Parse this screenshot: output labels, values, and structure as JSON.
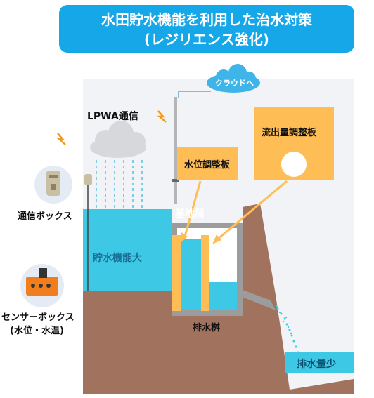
{
  "title": {
    "line1": "水田貯水機能を利用した治水対策",
    "line2": "(レジリエンス強化)"
  },
  "labels": {
    "cloud": "クラウドへ",
    "lpwa": "LPWA通信",
    "outflow_plate": "流出量調整板",
    "water_level_plate": "水位調整板",
    "base_station": "基地局",
    "comm_box": "通信ボックス",
    "storage": "貯水機能大",
    "sensor_box_line1": "センサーボックス",
    "sensor_box_line2": "(水位・水温)",
    "drain_basin": "排水桝",
    "drain_small": "排水量少"
  },
  "colors": {
    "title_bg": "#16a7e8",
    "soil": "#a1735e",
    "water": "#3dc8e6",
    "plate": "#ffbe55",
    "basin_wall": "#9c9c9c",
    "label_text": "#0a4f6e"
  },
  "icons": [
    "signal-bolt-icon",
    "rain-cloud-icon",
    "communication-box-icon",
    "sensor-box-icon"
  ]
}
